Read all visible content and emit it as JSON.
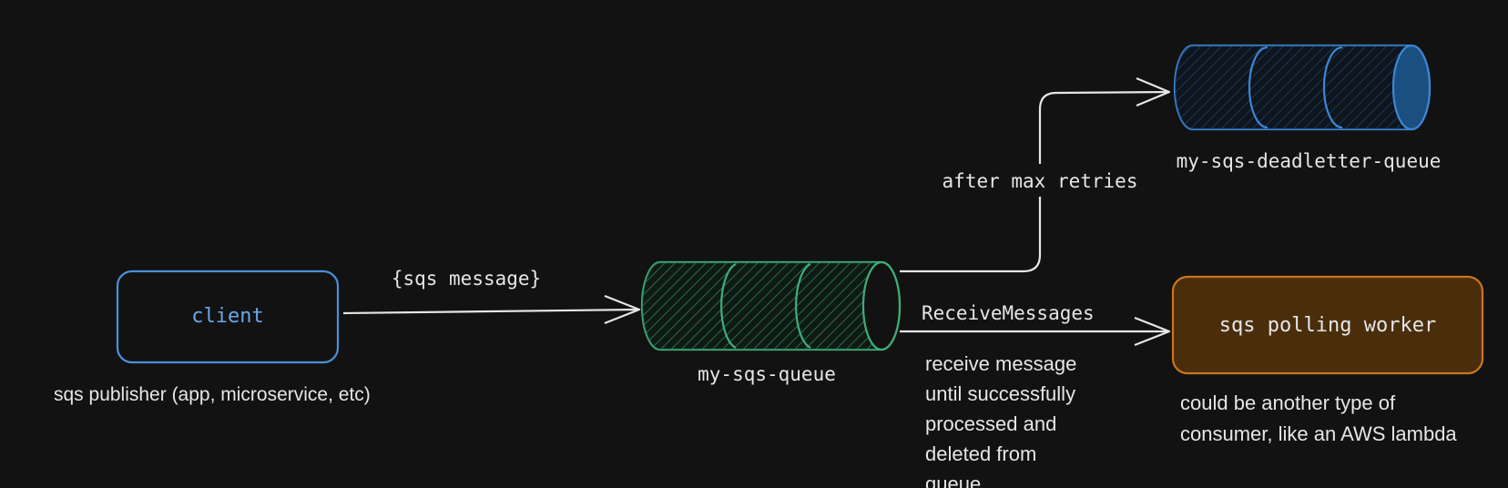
{
  "colors": {
    "background": "#121212",
    "text": "#e6e6e6",
    "arrow": "#e6e6e6",
    "client_stroke": "#4a90d9",
    "client_text": "#6aa8e8",
    "main_queue": "#3fae7a",
    "dlq": "#3d86d6",
    "worker_stroke": "#c8761e",
    "worker_fill": "#4a2e0c"
  },
  "nodes": {
    "client": {
      "label": "client",
      "caption": "sqs publisher (app, microservice, etc)"
    },
    "main_queue": {
      "label": "my-sqs-queue"
    },
    "dlq": {
      "label": "my-sqs-deadletter-queue"
    },
    "worker": {
      "label": "sqs polling worker",
      "caption_line1": "could be another type of",
      "caption_line2": "consumer, like an AWS lambda"
    }
  },
  "edges": {
    "publish": {
      "label": "{sqs message}"
    },
    "deadletter": {
      "label": "after max retries"
    },
    "receive": {
      "label": "ReceiveMessages",
      "note_lines": [
        "receive message",
        "until successfully",
        "processed and",
        "deleted from",
        "queue"
      ]
    }
  }
}
